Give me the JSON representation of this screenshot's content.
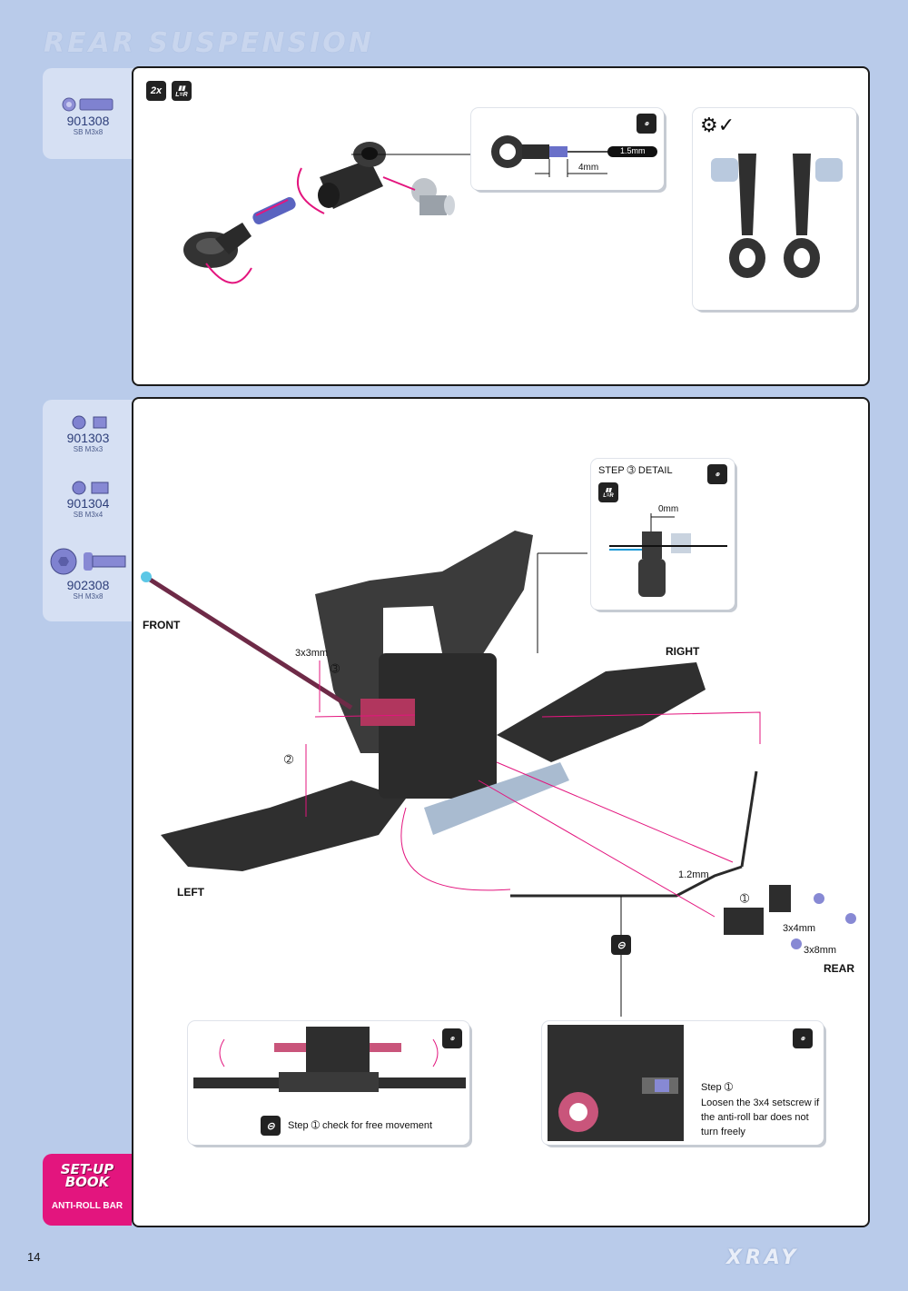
{
  "header": {
    "title": "REAR SUSPENSION"
  },
  "page": {
    "number": "14",
    "logo": "XRAY"
  },
  "section1": {
    "parts": [
      {
        "code": "901308",
        "size": "SB M3x8"
      }
    ],
    "badges": {
      "quantity": "2x",
      "lr": "L=R"
    },
    "detail": {
      "dim_length": "4mm",
      "hex_key": "1.5mm"
    }
  },
  "section2": {
    "parts": [
      {
        "code": "901303",
        "size": "SB M3x3"
      },
      {
        "code": "901304",
        "size": "SB M3x4"
      },
      {
        "code": "902308",
        "size": "SH M3x8"
      }
    ],
    "step_detail": {
      "title": "STEP",
      "title_suffix": "DETAIL",
      "lr": "L=R",
      "gap": "0mm"
    },
    "labels": {
      "front": "FRONT",
      "right": "RIGHT",
      "left": "LEFT",
      "rear": "REAR",
      "setscrew": "3x3mm",
      "bar_thickness": "1.2mm",
      "screw_3x4": "3x4mm",
      "screw_3x8": "3x8mm"
    },
    "bottom_left_caption": "check for free movement",
    "bottom_left_step": "Step",
    "bottom_right_step": "Step",
    "bottom_right_text": [
      "Loosen the 3x4 setscrew if",
      "the anti-roll bar does not",
      "turn freely"
    ],
    "detail_label": "DETAIL"
  },
  "setup_book": {
    "title_line1": "SET-UP",
    "title_line2": "BOOK",
    "subtitle": "ANTI-ROLL BAR"
  }
}
